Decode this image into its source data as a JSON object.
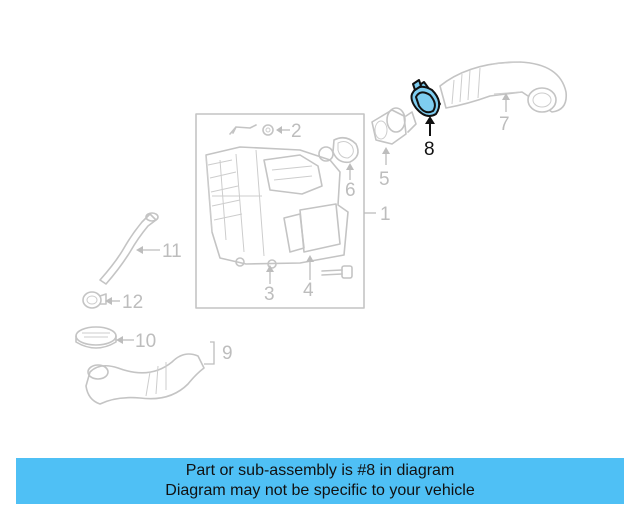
{
  "diagram": {
    "callouts": {
      "c1": "1",
      "c2": "2",
      "c3": "3",
      "c4": "4",
      "c5": "5",
      "c6": "6",
      "c7": "7",
      "c8": "8",
      "c9": "9",
      "c10": "10",
      "c11": "11",
      "c12": "12"
    },
    "highlighted_part": "8",
    "highlight_color": "#7ecdf0",
    "part_color": "#c4c4c4"
  },
  "notice": {
    "line1": "Part or sub-assembly is #8 in diagram",
    "line2": "Diagram may not be specific to your vehicle",
    "background": "#4fc0f5"
  }
}
